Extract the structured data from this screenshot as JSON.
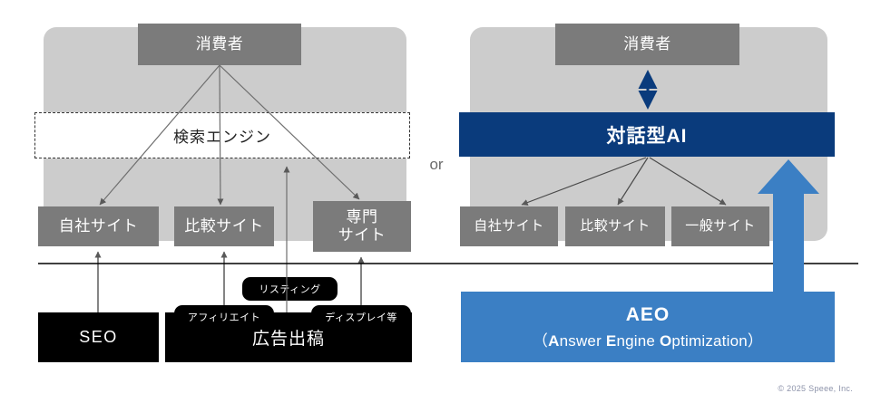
{
  "meta": {
    "copyright": "© 2025 Speee, Inc.",
    "or_label": "or",
    "colors": {
      "panel_bg": "#cccccc",
      "gray_box": "#7b7b7b",
      "black_box": "#000000",
      "dark_blue": "#0a3b7c",
      "accent_blue": "#3b7fc4",
      "rule_line": "#000000",
      "copyright_text": "#8d93aa"
    }
  },
  "left_panel": {
    "consumer": "消費者",
    "search_engine": "検索エンジン",
    "sites": [
      {
        "label": "自社サイト"
      },
      {
        "label": "比較サイト"
      },
      {
        "label": "専門\nサイト",
        "line1": "専門",
        "line2": "サイト"
      }
    ],
    "channels": [
      {
        "label": "SEO"
      },
      {
        "label": "広告出稿"
      }
    ],
    "ad_types": [
      {
        "label": "リスティング"
      },
      {
        "label": "アフィリエイト"
      },
      {
        "label": "ディスプレイ等"
      }
    ]
  },
  "right_panel": {
    "consumer": "消費者",
    "conversational_ai": "対話型AI",
    "sites": [
      {
        "label": "自社サイト"
      },
      {
        "label": "比較サイト"
      },
      {
        "label": "一般サイト"
      }
    ],
    "aeo": {
      "title": "AEO",
      "subtitle_open": "（",
      "subtitle_close": "）",
      "word1_bold": "A",
      "word1_rest": "nswer",
      "word2_bold": "E",
      "word2_rest": "ngine",
      "word3_bold": "O",
      "word3_rest": "ptimization"
    }
  }
}
